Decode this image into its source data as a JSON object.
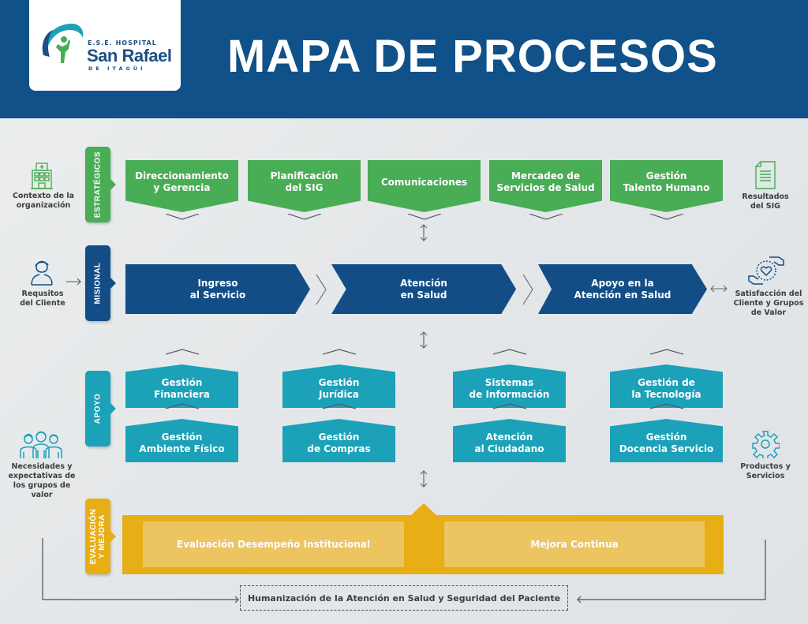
{
  "header": {
    "logo": {
      "small": "E.S.E. HOSPITAL",
      "name": "San Rafael",
      "sub": "DE ITAGÜÍ"
    },
    "title": "MAPA DE PROCESOS"
  },
  "colors": {
    "header": "#115189",
    "strategic": "#49ad56",
    "misional": "#124d86",
    "apoyo": "#1ba1b8",
    "evaluacion": "#e8ae16"
  },
  "rows": {
    "strategic": {
      "tag": "ESTRATÉGICOS",
      "items": [
        {
          "line1": "Direccionamiento",
          "line2": "y Gerencia"
        },
        {
          "line1": "Planificación",
          "line2": "del SIG"
        },
        {
          "line1": "Comunicaciones",
          "line2": ""
        },
        {
          "line1": "Mercadeo de",
          "line2": "Servicios de Salud"
        },
        {
          "line1": "Gestión",
          "line2": "Talento Humano"
        }
      ]
    },
    "misional": {
      "tag": "MISIONAL",
      "items": [
        {
          "line1": "Ingreso",
          "line2": "al Servicio"
        },
        {
          "line1": "Atención",
          "line2": "en Salud"
        },
        {
          "line1": "Apoyo en la",
          "line2": "Atención en Salud"
        }
      ]
    },
    "apoyo": {
      "tag": "APOYO",
      "items": [
        {
          "line1": "Gestión",
          "line2": "Financiera"
        },
        {
          "line1": "Gestión",
          "line2": "Jurídica"
        },
        {
          "line1": "Sistemas",
          "line2": "de Información"
        },
        {
          "line1": "Gestión de",
          "line2": "la Tecnología"
        },
        {
          "line1": "Gestión",
          "line2": "Ambiente Físico"
        },
        {
          "line1": "Gestión",
          "line2": "de Compras"
        },
        {
          "line1": "Atención",
          "line2": "al Ciudadano"
        },
        {
          "line1": "Gestión",
          "line2": "Docencia Servicio"
        }
      ]
    },
    "evaluacion": {
      "tag_line1": "EVALUACIÓN",
      "tag_line2": "Y MEJORA",
      "items": [
        "Evaluación Desempeño Institucional",
        "Mejora Continua"
      ]
    }
  },
  "side_labels": {
    "contexto": "Contexto de la organización",
    "requisitos": "Requsitos del Cliente",
    "necesidades": "Necesidades y expectativas de los grupos de valor",
    "resultados": "Resultados del SIG",
    "satisfaccion": "Satisfacción del Cliente y Grupos de Valor",
    "productos": "Productos y Servicios"
  },
  "footer": {
    "humanizacion": "Humanización de  la Atención en Salud y Seguridad del Paciente"
  }
}
